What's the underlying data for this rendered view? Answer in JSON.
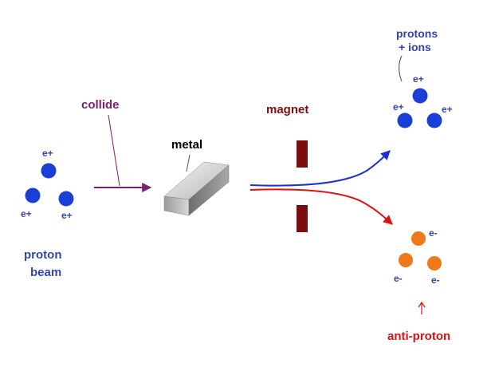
{
  "labels": {
    "proton_beam_line1": "proton",
    "proton_beam_line2": "beam",
    "collide": "collide",
    "metal": "metal",
    "magnet": "magnet",
    "protons_ions_line1": "protons",
    "protons_ions_line2": "+ ions",
    "anti_proton": "anti-proton"
  },
  "particles": {
    "positive_charge": "e+",
    "negative_charge": "e-"
  },
  "colors": {
    "proton": "#1a3fd6",
    "proton_label": "#3344aa",
    "antiproton": "#f07818",
    "collide_label": "#7a1f6e",
    "magnet": "#7a0d0d",
    "magnet_label": "#7a0d0d",
    "antiproton_label": "#e01010",
    "blue_path": "#1f2fd0",
    "red_path": "#e01010"
  }
}
